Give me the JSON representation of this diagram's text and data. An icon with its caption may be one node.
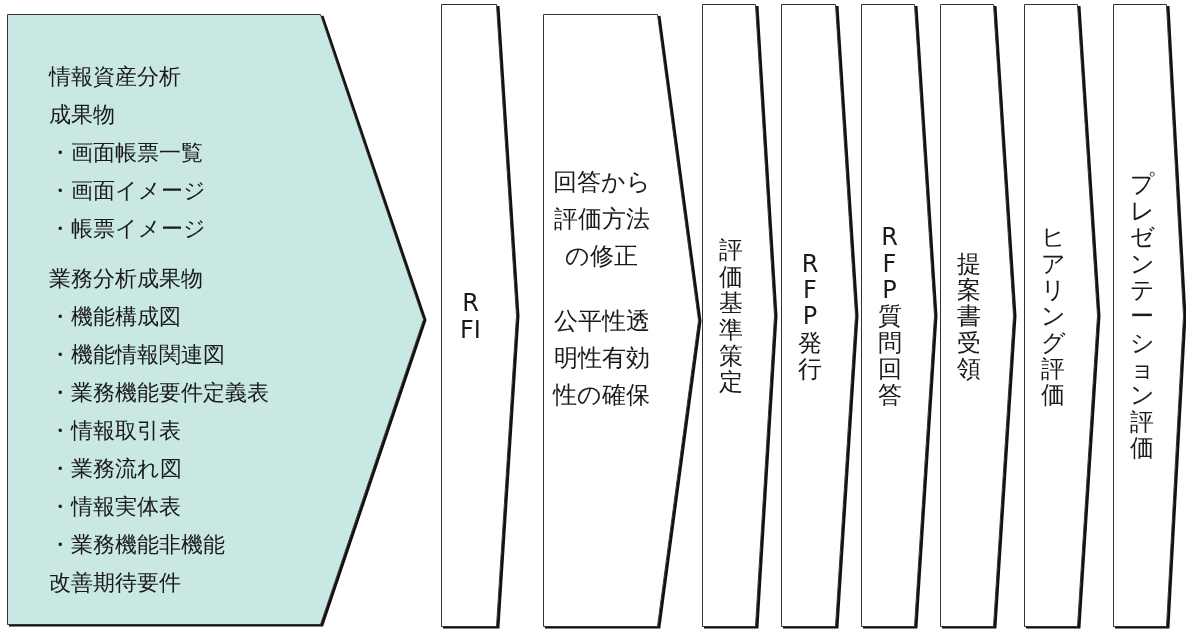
{
  "diagram": {
    "nodes": [
      {
        "text": [
          "情報資産分析成果物",
          "・画面帳票一覧",
          "・画面イメージ",
          "・帳票イメージ",
          "業務分析成果物",
          "・機能構成図",
          "・機能情報関連図",
          "・業務機能要件定義表",
          "・情報取引表",
          "・業務流れ図",
          "・情報実体表",
          "・業務機能非機能改善期待要件"
        ]
      },
      {
        "text": [
          "RFI"
        ]
      },
      {
        "text": [
          "回答から評価方法の修正",
          "公平性透明性有効性の確保"
        ]
      },
      {
        "text": [
          "評価基準策定"
        ]
      },
      {
        "text": [
          "RFP発行"
        ]
      },
      {
        "text": [
          "RFP質問回答"
        ]
      },
      {
        "text": [
          "提案書受領"
        ]
      },
      {
        "text": [
          "ヒアリング評価"
        ]
      },
      {
        "text": [
          "プレゼンテーション評価"
        ]
      }
    ]
  }
}
